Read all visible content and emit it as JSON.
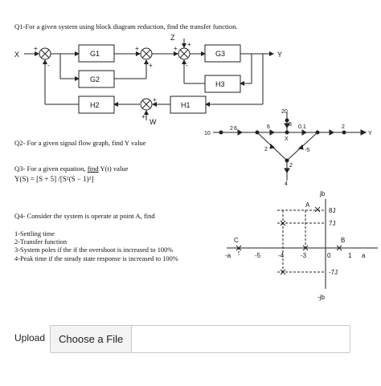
{
  "q1": {
    "title": "Q1-For a given system using block diagram reduction, find the transfer function."
  },
  "block_diagram": {
    "input": "X",
    "output": "Y",
    "disturbance_z": "Z",
    "disturbance_w": "W",
    "blocks": {
      "g1": "G1",
      "g2": "G2",
      "g3": "G3",
      "h1": "H1",
      "h2": "H2",
      "h3": "H3"
    },
    "signs": {
      "plus": "+",
      "minus": "-"
    }
  },
  "q2": {
    "title": "Q2- For a given signal flow graph, find Y value"
  },
  "sfg": {
    "x_label": "X",
    "y_label": "Y",
    "gains": [
      "10",
      "2",
      "6",
      "6",
      "0.1",
      "2",
      "20",
      "8",
      "2",
      "-5",
      "2",
      "4"
    ]
  },
  "q3": {
    "title_prefix": "Q3- For a given equation, ",
    "title_find": "find",
    " title_suffix": "",
    "title_rest": " Y(t) value",
    "equation": "Y(S) = [S + 5] /[S²(S − 1)²]"
  },
  "q4": {
    "title": "Q4- Consider the system is operate at point A, find",
    "items": [
      "1-Settling time",
      "2-Transfer function",
      "3-System poles if the if the overshoot is increased to 100%",
      "4-Peak time if the steady state response is increased to 100%"
    ]
  },
  "s_plane": {
    "imag_pos": "jb",
    "imag_neg": "-jb",
    "points": {
      "a": "A",
      "b": "B",
      "c": "C"
    },
    "y_ticks": [
      "8J",
      "7J",
      "-7J"
    ],
    "x_ticks": [
      "-a",
      "-5",
      "-4",
      "-3",
      "0",
      "1",
      "a"
    ]
  },
  "upload": {
    "label": "Upload",
    "button": "Choose a File"
  }
}
